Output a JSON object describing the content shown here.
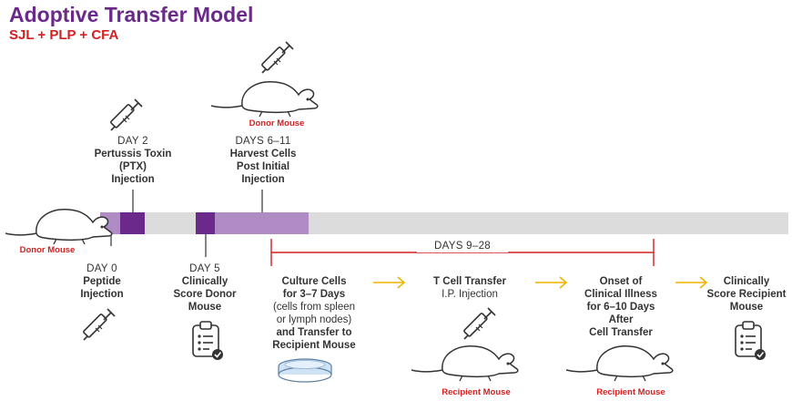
{
  "title": "Adoptive Transfer Model",
  "subtitle": "SJL + PLP + CFA",
  "timeline": {
    "bracket_label": "DAYS 9–28"
  },
  "steps": {
    "day2": {
      "day": "DAY 2",
      "lines": [
        "Pertussis Toxin",
        "(PTX)",
        "Injection"
      ]
    },
    "day6_11": {
      "day": "DAYS 6–11",
      "lines": [
        "Harvest Cells",
        "Post Initial",
        "Injection"
      ]
    },
    "day0": {
      "day": "DAY 0",
      "lines": [
        "Peptide",
        "Injection"
      ]
    },
    "day5": {
      "day": "DAY 5",
      "lines": [
        "Clinically",
        "Score Donor",
        "Mouse"
      ]
    },
    "culture": {
      "bold1": [
        "Culture Cells",
        "for 3–7 Days"
      ],
      "normal": [
        "(cells from spleen",
        "or lymph nodes)"
      ],
      "bold2": [
        "and Transfer to",
        "Recipient Mouse"
      ]
    },
    "transfer": {
      "bold": "T Cell Transfer",
      "normal": "I.P. Injection"
    },
    "onset": {
      "lines": [
        "Onset of",
        "Clinical Illness",
        "for 6–10 Days",
        "After",
        "Cell Transfer"
      ]
    },
    "score_recipient": {
      "lines": [
        "Clinically",
        "Score Recipient",
        "Mouse"
      ]
    }
  },
  "mice": {
    "donor_top": "Donor Mouse",
    "donor_left": "Donor Mouse",
    "recipient_1": "Recipient Mouse",
    "recipient_2": "Recipient Mouse"
  },
  "colors": {
    "title": "#6b2a8a",
    "accent_red": "#d42020",
    "bar_gray": "#dcdcdc",
    "bar_light_purple": "#b08cc4",
    "bar_dark_purple": "#6b2a8a",
    "arrow_yellow": "#f0b400"
  }
}
